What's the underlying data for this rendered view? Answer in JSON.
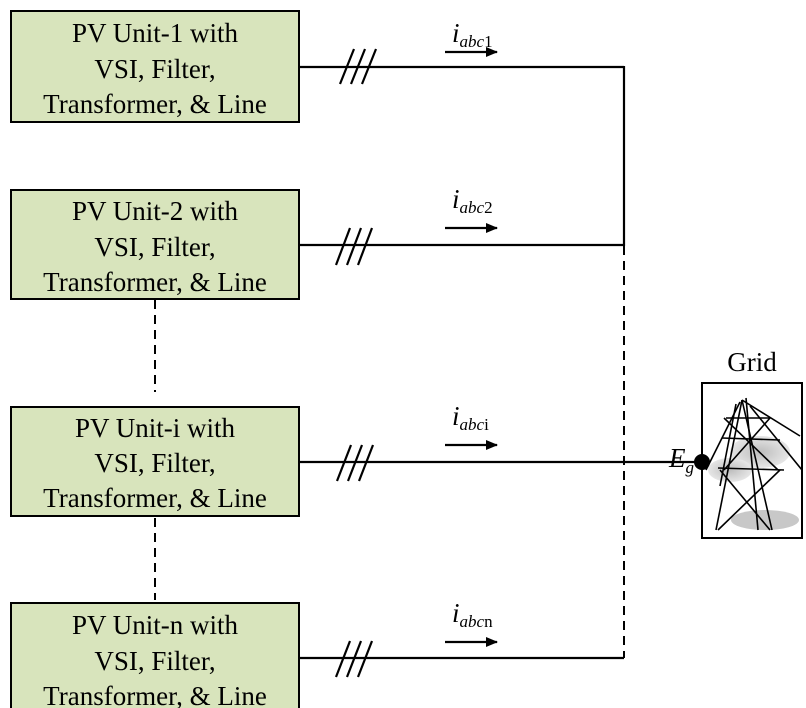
{
  "units": [
    {
      "lines": [
        "PV Unit-1 with",
        "VSI, Filter,",
        "Transformer, & Line"
      ],
      "current": {
        "base": "i",
        "sub": "abc",
        "idx": "1"
      }
    },
    {
      "lines": [
        "PV Unit-2 with",
        "VSI, Filter,",
        "Transformer, & Line"
      ],
      "current": {
        "base": "i",
        "sub": "abc",
        "idx": "2"
      }
    },
    {
      "lines": [
        "PV Unit-i with",
        "VSI, Filter,",
        "Transformer, & Line"
      ],
      "current": {
        "base": "i",
        "sub": "abc",
        "idx": "i"
      }
    },
    {
      "lines": [
        "PV Unit-n with",
        "VSI, Filter,",
        "Transformer, & Line"
      ],
      "current": {
        "base": "i",
        "sub": "abc",
        "idx": "n"
      }
    }
  ],
  "grid": {
    "label": "Grid",
    "voltage": {
      "base": "E",
      "sub": "g"
    }
  },
  "colors": {
    "box_fill": "#d8e4bc",
    "line": "#000000"
  }
}
